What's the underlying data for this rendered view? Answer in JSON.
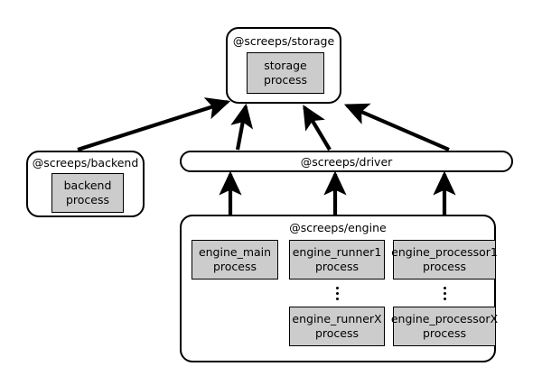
{
  "diagram": {
    "type": "architecture-block-diagram",
    "background_color": "#ffffff",
    "line_color": "#000000",
    "process_fill_color": "#cccccc",
    "packages": {
      "storage": {
        "title": "@screeps/storage",
        "processes": [
          {
            "name_line1": "storage",
            "name_line2": "process"
          }
        ]
      },
      "backend": {
        "title": "@screeps/backend",
        "processes": [
          {
            "name_line1": "backend",
            "name_line2": "process"
          }
        ]
      },
      "driver": {
        "title": "@screeps/driver"
      },
      "engine": {
        "title": "@screeps/engine",
        "columns": [
          {
            "key": "main",
            "top": {
              "name_line1": "engine_main",
              "name_line2": "process"
            },
            "has_ellipsis": false,
            "bottom": null
          },
          {
            "key": "runner",
            "top": {
              "name_line1": "engine_runner1",
              "name_line2": "process"
            },
            "has_ellipsis": true,
            "bottom": {
              "name_line1": "engine_runnerX",
              "name_line2": "process"
            }
          },
          {
            "key": "processor",
            "top": {
              "name_line1": "engine_processor1",
              "name_line2": "process"
            },
            "has_ellipsis": true,
            "bottom": {
              "name_line1": "engine_processorX",
              "name_line2": "process"
            }
          }
        ]
      }
    },
    "edges": [
      {
        "from": "backend",
        "to": "storage",
        "style": "solid-arrow"
      },
      {
        "from": "driver-left",
        "to": "storage",
        "style": "solid-arrow"
      },
      {
        "from": "driver-mid",
        "to": "storage",
        "style": "solid-arrow"
      },
      {
        "from": "driver-right",
        "to": "storage",
        "style": "solid-arrow"
      },
      {
        "from": "engine-main",
        "to": "driver",
        "style": "solid-arrow"
      },
      {
        "from": "engine-runner",
        "to": "driver",
        "style": "solid-arrow"
      },
      {
        "from": "engine-processor",
        "to": "driver",
        "style": "solid-arrow"
      }
    ]
  }
}
